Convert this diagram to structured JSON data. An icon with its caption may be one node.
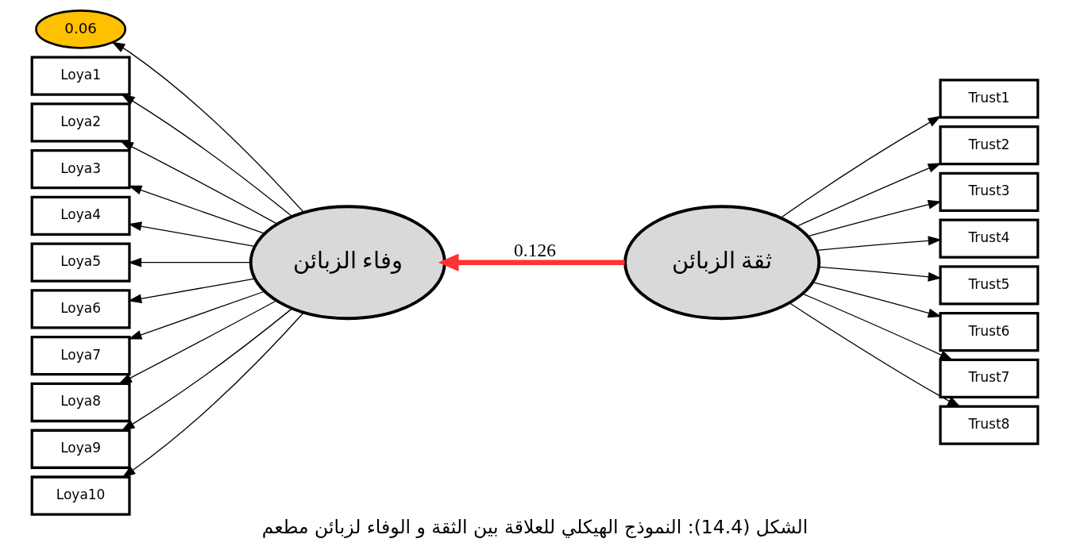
{
  "diagram": {
    "caption": "الشكل (14.4): النموذج الهيكلي للعلاقة بين الثقة و الوفاء لزبائن مطعم",
    "nodes": [
      {
        "text": [
          "وفاء الزبائن"
        ]
      },
      {
        "text": [
          "ثقة الزبائن"
        ]
      },
      {
        "text": [
          "0.06"
        ]
      },
      {
        "text": [
          "Loya1"
        ]
      },
      {
        "text": [
          "Loya2"
        ]
      },
      {
        "text": [
          "Loya3"
        ]
      },
      {
        "text": [
          "Loya4"
        ]
      },
      {
        "text": [
          "Loya5"
        ]
      },
      {
        "text": [
          "Loya6"
        ]
      },
      {
        "text": [
          "Loya7"
        ]
      },
      {
        "text": [
          "Loya8"
        ]
      },
      {
        "text": [
          "Loya9"
        ]
      },
      {
        "text": [
          "Loya10"
        ]
      },
      {
        "text": [
          "Trust1"
        ]
      },
      {
        "text": [
          "Trust2"
        ]
      },
      {
        "text": [
          "Trust3"
        ]
      },
      {
        "text": [
          "Trust4"
        ]
      },
      {
        "text": [
          "Trust5"
        ]
      },
      {
        "text": [
          "Trust6"
        ]
      },
      {
        "text": [
          "Trust7"
        ]
      },
      {
        "text": [
          "Trust8"
        ]
      }
    ],
    "edges": [
      {
        "from": 0,
        "to": 3,
        "arrow": "to"
      },
      {
        "from": 0,
        "to": 4,
        "arrow": "to"
      },
      {
        "from": 0,
        "to": 5,
        "arrow": "to"
      },
      {
        "from": 0,
        "to": 6,
        "arrow": "to"
      },
      {
        "from": 0,
        "to": 7,
        "arrow": "to"
      },
      {
        "from": 0,
        "to": 8,
        "arrow": "to"
      },
      {
        "from": 0,
        "to": 9,
        "arrow": "to"
      },
      {
        "from": 0,
        "to": 10,
        "arrow": "to"
      },
      {
        "from": 0,
        "to": 11,
        "arrow": "to"
      },
      {
        "from": 0,
        "to": 12,
        "arrow": "to"
      },
      {
        "from": 0,
        "to": 2,
        "arrow": "to"
      },
      {
        "from": 1,
        "to": 0,
        "arrow": "to",
        "label": "0.126",
        "style": "thick",
        "color": "#ff3333"
      },
      {
        "from": 1,
        "to": 13,
        "arrow": "to"
      },
      {
        "from": 1,
        "to": 14,
        "arrow": "to"
      },
      {
        "from": 1,
        "to": 15,
        "arrow": "to"
      },
      {
        "from": 1,
        "to": 16,
        "arrow": "to"
      },
      {
        "from": 1,
        "to": 17,
        "arrow": "to"
      },
      {
        "from": 1,
        "to": 18,
        "arrow": "to"
      },
      {
        "from": 1,
        "to": 19,
        "arrow": "to"
      },
      {
        "from": 1,
        "to": 20,
        "arrow": "to"
      }
    ]
  }
}
